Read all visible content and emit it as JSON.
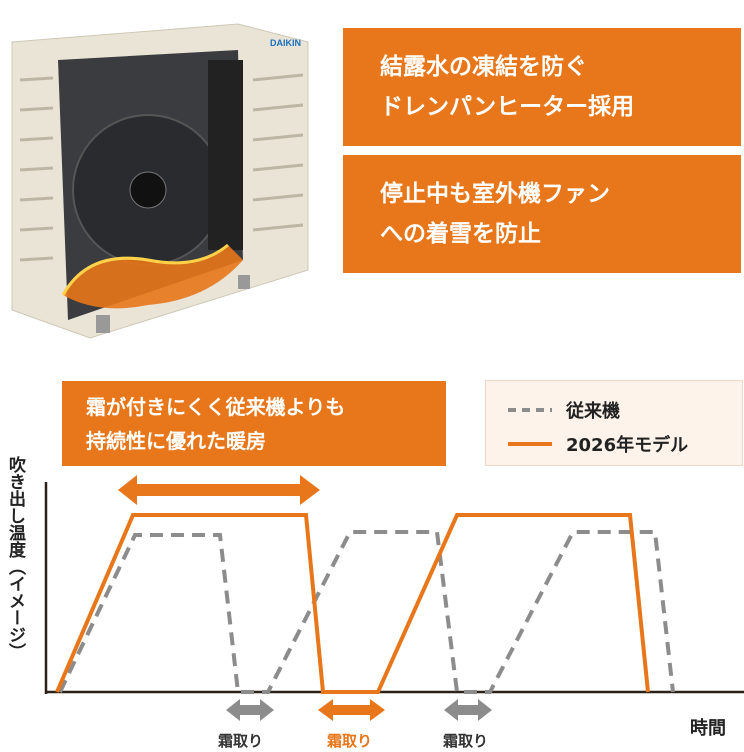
{
  "brand_logo": "DAIKIN",
  "features": [
    "結露水の凍結を防ぐ",
    "ドレンパンヒーター採用",
    "停止中も室外機ファン",
    "への着雪を防止"
  ],
  "headline": [
    "霜が付きにくく従来機よりも",
    "持続性に優れた暖房"
  ],
  "legend": {
    "conventional": "従来機",
    "new_model": "2026年モデル"
  },
  "axes": {
    "y_label": "吹き出し温度（イメージ）",
    "x_label": "時間"
  },
  "defrost_labels": [
    "霜取り",
    "霜取り",
    "霜取り"
  ],
  "colors": {
    "accent": "#e8761a",
    "conventional": "#8c8c8c",
    "axis": "#2a2118"
  }
}
